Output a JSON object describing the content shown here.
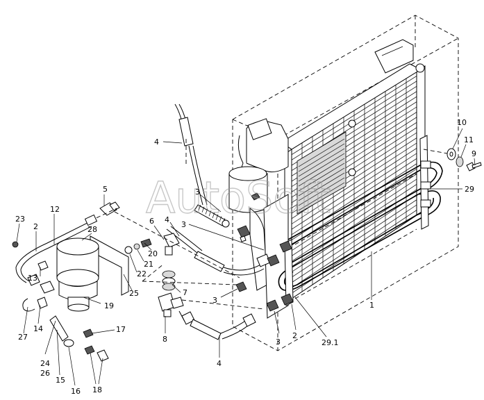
{
  "watermark": "AutoSoft",
  "callouts": [
    {
      "id": "c-4a",
      "text": "4"
    },
    {
      "id": "c-3a",
      "text": "3"
    },
    {
      "id": "c-3b",
      "text": "3"
    },
    {
      "id": "c-4b",
      "text": "4"
    },
    {
      "id": "c-6",
      "text": "6"
    },
    {
      "id": "c-5",
      "text": "5"
    },
    {
      "id": "c-12",
      "text": "12"
    },
    {
      "id": "c-23",
      "text": "23"
    },
    {
      "id": "c-2a",
      "text": "2"
    },
    {
      "id": "c-28",
      "text": "28"
    },
    {
      "id": "c-20",
      "text": "20"
    },
    {
      "id": "c-21",
      "text": "21"
    },
    {
      "id": "c-22",
      "text": "22"
    },
    {
      "id": "c-13",
      "text": "13"
    },
    {
      "id": "c-19",
      "text": "19"
    },
    {
      "id": "c-25",
      "text": "25"
    },
    {
      "id": "c-7",
      "text": "7"
    },
    {
      "id": "c-3c",
      "text": "3"
    },
    {
      "id": "c-8",
      "text": "8"
    },
    {
      "id": "c-27",
      "text": "27"
    },
    {
      "id": "c-14",
      "text": "14"
    },
    {
      "id": "c-17",
      "text": "17"
    },
    {
      "id": "c-24",
      "text": "24"
    },
    {
      "id": "c-26",
      "text": "26"
    },
    {
      "id": "c-15",
      "text": "15"
    },
    {
      "id": "c-16",
      "text": "16"
    },
    {
      "id": "c-18",
      "text": "18"
    },
    {
      "id": "c-4c",
      "text": "4"
    },
    {
      "id": "c-3d",
      "text": "3"
    },
    {
      "id": "c-2b",
      "text": "2"
    },
    {
      "id": "c-29-1",
      "text": "29.1"
    },
    {
      "id": "c-1",
      "text": "1"
    },
    {
      "id": "c-29",
      "text": "29"
    },
    {
      "id": "c-10",
      "text": "10"
    },
    {
      "id": "c-11",
      "text": "11"
    },
    {
      "id": "c-9",
      "text": "9"
    }
  ]
}
